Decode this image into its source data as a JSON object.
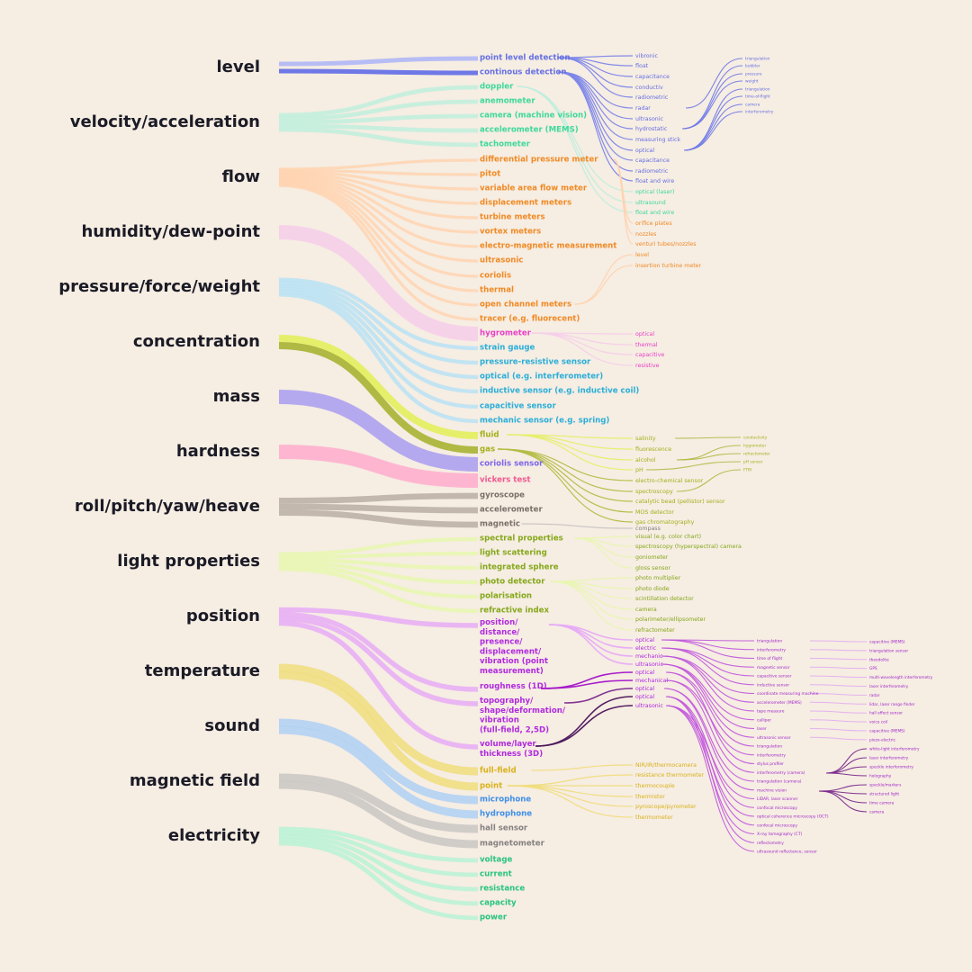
{
  "colors": {
    "background": "#f6ede3",
    "level": "#7c86e8",
    "velocity": "#bfeedd",
    "flow": "#ffd3b0",
    "humidity": "#f6cdea",
    "pressure": "#b8e2f4",
    "concentration": "#b4bd45",
    "mass": "#a89cf0",
    "hardness": "#ffaccd",
    "roll": "#b8aea5",
    "light": "#e8f7b0",
    "position": "#e6abf6",
    "temperature": "#f0dd7c",
    "sound": "#aed0f4",
    "magnetic": "#c9c5c3",
    "electricity": "#b8f2d6"
  },
  "categories": [
    {
      "id": "level",
      "name": "level",
      "color": "#7c86e8",
      "text": "#6670e2",
      "thick": [
        [
          5,
          "#b7bdf4"
        ],
        [
          5,
          "#6e78e6"
        ]
      ],
      "items": [
        "point level detection",
        "continous detection"
      ]
    },
    {
      "id": "velocity",
      "name": "velocity/acceleration",
      "color": "#bfeedd",
      "text": "#3ed99a",
      "items": [
        "doppler",
        "anemometer",
        "camera (machine vision)",
        "accelerometer (MEMS)",
        "tachometer"
      ]
    },
    {
      "id": "flow",
      "name": "flow",
      "color": "#ffd3b0",
      "text": "#f08a24",
      "items": [
        "differential pressure meter",
        "pitot",
        "variable area flow meter",
        "displacement meters",
        "turbine meters",
        "vortex meters",
        "electro-magnetic measurement",
        "ultrasonic",
        "coriolis",
        "thermal",
        "open channel meters",
        "tracer (e.g. fluorecent)"
      ]
    },
    {
      "id": "humidity",
      "name": "humidity/dew-point",
      "color": "#f6cdea",
      "text": "#e840c6",
      "items": [
        "hygrometer"
      ]
    },
    {
      "id": "pressure",
      "name": "pressure/force/weight",
      "color": "#b8e2f4",
      "text": "#2aaed8",
      "items": [
        "strain gauge",
        "pressure-resistive sensor",
        "optical (e.g. interferometer)",
        "inductive sensor (e.g. inductive coil)",
        "capacitive sensor",
        "mechanic sensor (e.g. spring)"
      ]
    },
    {
      "id": "concentration",
      "name": "concentration",
      "color": "#b4bd45",
      "text": "#a4b01a",
      "thick": [
        [
          8,
          "#e6ef6a"
        ],
        [
          8,
          "#b0b944"
        ]
      ],
      "items": [
        "fluid",
        "gas"
      ]
    },
    {
      "id": "mass",
      "name": "mass",
      "color": "#a89cf0",
      "text": "#7b65e8",
      "items": [
        "coriolis sensor"
      ]
    },
    {
      "id": "hardness",
      "name": "hardness",
      "color": "#ffaccd",
      "text": "#f0578f",
      "items": [
        "vickers test"
      ]
    },
    {
      "id": "roll",
      "name": "roll/pitch/yaw/heave",
      "color": "#b8aea5",
      "text": "#7a7068",
      "items": [
        "gyroscope",
        "accelerometer",
        "magnetic"
      ]
    },
    {
      "id": "light",
      "name": "light properties",
      "color": "#e8f7b0",
      "text": "#85a81a",
      "items": [
        "spectral properties",
        "light scattering",
        "integrated sphere",
        "photo detector",
        "polarisation",
        "refractive index"
      ]
    },
    {
      "id": "position",
      "name": "position",
      "color": "#e6abf6",
      "text": "#b02ae0",
      "items": [
        "position/ distance/ presence/ displacement/ vibration (point measurement)",
        "roughness (1D)",
        "topography/ shape/deformation/ vibration (full-field, 2,5D)",
        "volume/layer thickness (3D)"
      ]
    },
    {
      "id": "temperature",
      "name": "temperature",
      "color": "#f0dd7c",
      "text": "#d9b21a",
      "items": [
        "full-field",
        "point"
      ]
    },
    {
      "id": "sound",
      "name": "sound",
      "color": "#aed0f4",
      "text": "#3f8fe8",
      "items": [
        "microphone",
        "hydrophone"
      ]
    },
    {
      "id": "magnetic",
      "name": "magnetic field",
      "color": "#c9c5c3",
      "text": "#858080",
      "items": [
        "hall sensor",
        "magnetometer"
      ]
    },
    {
      "id": "electricity",
      "name": "electricity",
      "color": "#b8f2d6",
      "text": "#27c47d",
      "items": [
        "voltage",
        "current",
        "resistance",
        "capacity",
        "power"
      ]
    }
  ],
  "level2": [
    {
      "from": "point level detection",
      "color": "#7c86e8",
      "text": "#6670e2",
      "items": [
        "vibronic",
        "float",
        "capacitance",
        "conductiv",
        "radiometric",
        "radar",
        "ultrasonic",
        "hydrostatic",
        "measuring stick",
        "optical",
        "capacitance",
        "radiometric",
        "float and wire"
      ]
    },
    {
      "from": "doppler",
      "color": "#bfeedd",
      "text": "#3ed99a",
      "items": [
        "optical (laser)",
        "ultrasound",
        "float and wire"
      ]
    },
    {
      "from": "differential pressure meter",
      "color": "#ffd3b0",
      "text": "#f08a24",
      "items": [
        "orifice plates",
        "nozzles",
        "venturi tubes/nozzles"
      ]
    },
    {
      "from": "open channel meters",
      "color": "#ffd3b0",
      "text": "#f08a24",
      "items": [
        "level",
        "insertion turbine meter"
      ]
    },
    {
      "from": "hygrometer",
      "color": "#f6cdea",
      "text": "#e840c6",
      "items": [
        "optical",
        "thermal",
        "capacitive",
        "resistive"
      ]
    },
    {
      "from": "fluid",
      "color": "#e6ef6a",
      "text": "#a4b01a",
      "items": [
        "salinity",
        "fluorescence",
        "alcohol",
        "pH"
      ]
    },
    {
      "from": "gas",
      "color": "#b4bd45",
      "text": "#a4b01a",
      "items": [
        "electro-chemical sensor",
        "spectroscopy",
        "catalytic bead (pellistor) sensor",
        "MOS detector",
        "gas chromatography"
      ]
    },
    {
      "from": "magnetic",
      "color": "#c9c5c3",
      "text": "#858080",
      "items": [
        "compass"
      ]
    },
    {
      "from": "spectral properties",
      "color": "#e8f7b0",
      "text": "#85a81a",
      "items": [
        "visual (e.g. color chart)",
        "spectroscopy (hyperspectral) camera",
        "goniometer",
        "gloss sensor"
      ]
    },
    {
      "from": "photo detector",
      "color": "#e8f7b0",
      "text": "#85a81a",
      "items": [
        "photo multiplier",
        "photo diode",
        "scintillation detector",
        "camera",
        "polarimeter/ellipsometer",
        "refractometer"
      ]
    },
    {
      "from": "position/ distance/ presence/ displacement/ vibration (point measurement)",
      "color": "#e6abf6",
      "text": "#b02ae0",
      "items": [
        "optical",
        "electric",
        "mechanic",
        "ultrasonic"
      ]
    },
    {
      "from": "roughness (1D)",
      "color": "#a312c8",
      "text": "#b02ae0",
      "items": [
        "optical",
        "mechanical"
      ]
    },
    {
      "from": "topography/ shape/deformation/ vibration (full-field, 2,5D)",
      "color": "#7a2b8c",
      "text": "#b02ae0",
      "items": [
        "optical"
      ]
    },
    {
      "from": "volume/layer thickness (3D)",
      "color": "#4a1458",
      "text": "#b02ae0",
      "items": [
        "optical",
        "ultrasonic"
      ]
    },
    {
      "from": "full-field",
      "color": "#f0dd7c",
      "text": "#d9b21a",
      "items": [
        "NIR/IR/thermocamera"
      ]
    },
    {
      "from": "point",
      "color": "#f0dd7c",
      "text": "#d9b21a",
      "items": [
        "resistance thermometer",
        "thermocouple",
        "thermistor",
        "pyroscope/pyrometer",
        "thermometer"
      ]
    }
  ],
  "level3": {
    "level": {
      "color": "#6e78e6",
      "items": [
        "triangulation",
        "bubbler",
        "pressure",
        "weight",
        "triangulation",
        "time-of-flight",
        "camera",
        "interferometry"
      ]
    },
    "concentration": {
      "color": "#b0b944",
      "items": [
        "conductivity",
        "hygrometer",
        "refractometer",
        "pH sensor",
        "FTIR"
      ]
    },
    "position": {
      "color": "#c054dc",
      "items": [
        "triangulation",
        "interferometry",
        "time of flight",
        "magnetic sensor",
        "capacitive sensor",
        "inductive sensor",
        "coordinate measuring machine",
        "accelerometer (MEMS)",
        "tape measure",
        "calliper",
        "laser",
        "ultrasonic sensor",
        "triangulation",
        "interferometry",
        "stylus profiler",
        "interferometry (camera)",
        "triangulation (camera)",
        "machine vision",
        "LIDAR, laser scanner",
        "confocal microscopy",
        "optical coherence microscopy (OCT)",
        "confocal microscopy",
        "X-ray tomography (CT)",
        "reflectometry",
        "ultrasound reflectance, sensor"
      ]
    }
  },
  "level4": {
    "position_a": {
      "color": "#e0a2f2",
      "items": [
        "capacitive (MEMS)",
        "triangulation sensor",
        "theodolite",
        "GPS",
        "multi-wavelength interferometry",
        "laser interferometry",
        "radar",
        "lidar, laser range finder",
        "hall effect sensor",
        "voice coil",
        "capacitive (MEMS)",
        "piezo-electric"
      ]
    },
    "position_b": {
      "color": "#7a2b8c",
      "items": [
        "white-light interferometry",
        "laser interferometry",
        "speckle interferometry",
        "holography",
        "speckle/markers",
        "structured light",
        "time camera",
        "camera"
      ]
    }
  }
}
